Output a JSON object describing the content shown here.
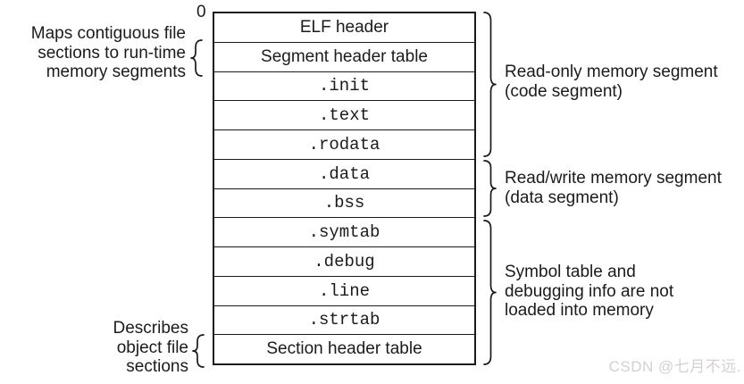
{
  "figure": {
    "origin_label": "0",
    "table": {
      "rows": [
        {
          "label": "ELF header",
          "style": "sans"
        },
        {
          "label": "Segment header table",
          "style": "sans"
        },
        {
          "label": ".init",
          "style": "mono"
        },
        {
          "label": ".text",
          "style": "mono"
        },
        {
          "label": ".rodata",
          "style": "mono"
        },
        {
          "label": ".data",
          "style": "mono"
        },
        {
          "label": ".bss",
          "style": "mono"
        },
        {
          "label": ".symtab",
          "style": "mono"
        },
        {
          "label": ".debug",
          "style": "mono"
        },
        {
          "label": ".line",
          "style": "mono"
        },
        {
          "label": ".strtab",
          "style": "mono"
        },
        {
          "label": "Section header table",
          "style": "sans"
        }
      ]
    },
    "left_annotations": [
      {
        "text": "Maps contiguous file\nsections to run-time\nmemory segments",
        "points_to_row": "Segment header table"
      },
      {
        "text": "Describes\nobject file\nsections",
        "points_to_row": "Section header table"
      }
    ],
    "right_annotations": [
      {
        "text": "Read-only memory segment\n(code segment)",
        "row_span": [
          0,
          4
        ]
      },
      {
        "text": "Read/write memory segment\n(data segment)",
        "row_span": [
          5,
          6
        ]
      },
      {
        "text": "Symbol table and\ndebugging info are not\nloaded into memory",
        "row_span": [
          7,
          11
        ]
      }
    ],
    "watermark": "CSDN @七月不远.",
    "colors": {
      "ink": "#1b1b1b",
      "background": "#ffffff",
      "watermark": "#d4d0d0"
    }
  }
}
